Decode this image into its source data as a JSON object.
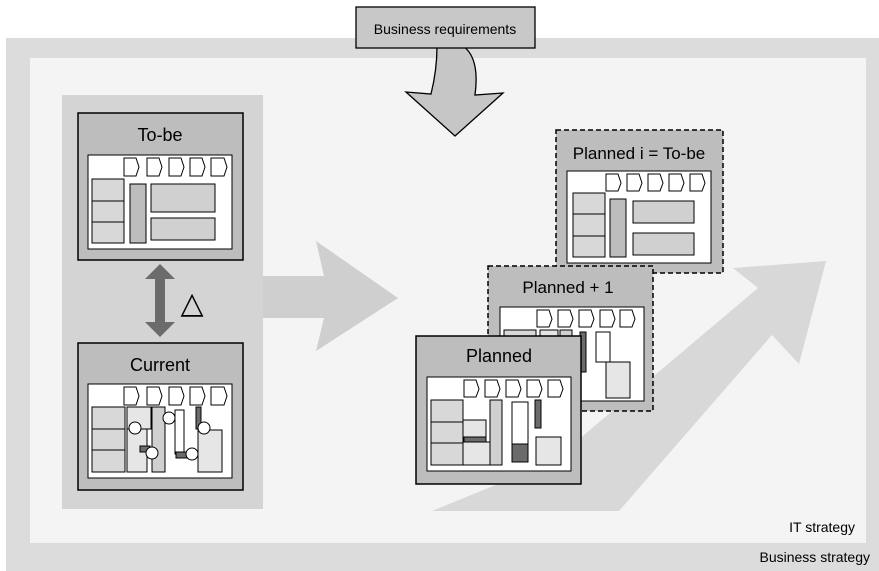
{
  "diagram": {
    "business_requirements": "Business requirements",
    "business_strategy": "Business strategy",
    "it_strategy": "IT strategy",
    "tobe_title": "To-be",
    "current_title": "Current",
    "delta_symbol": "△",
    "planned_title": "Planned",
    "planned_plus_title": "Planned + 1",
    "planned_i_title": "Planned i = To-be"
  },
  "colors": {
    "outer_band": "#dcdcdc",
    "inner_area": "#f4f4f4",
    "left_column": "#d4d4d4",
    "card_fill": "#bdbdbd",
    "big_arrow": "#cfcfcf",
    "shadow_arrow": "#d8d8d8",
    "double_arrow": "#6b6b6b"
  }
}
